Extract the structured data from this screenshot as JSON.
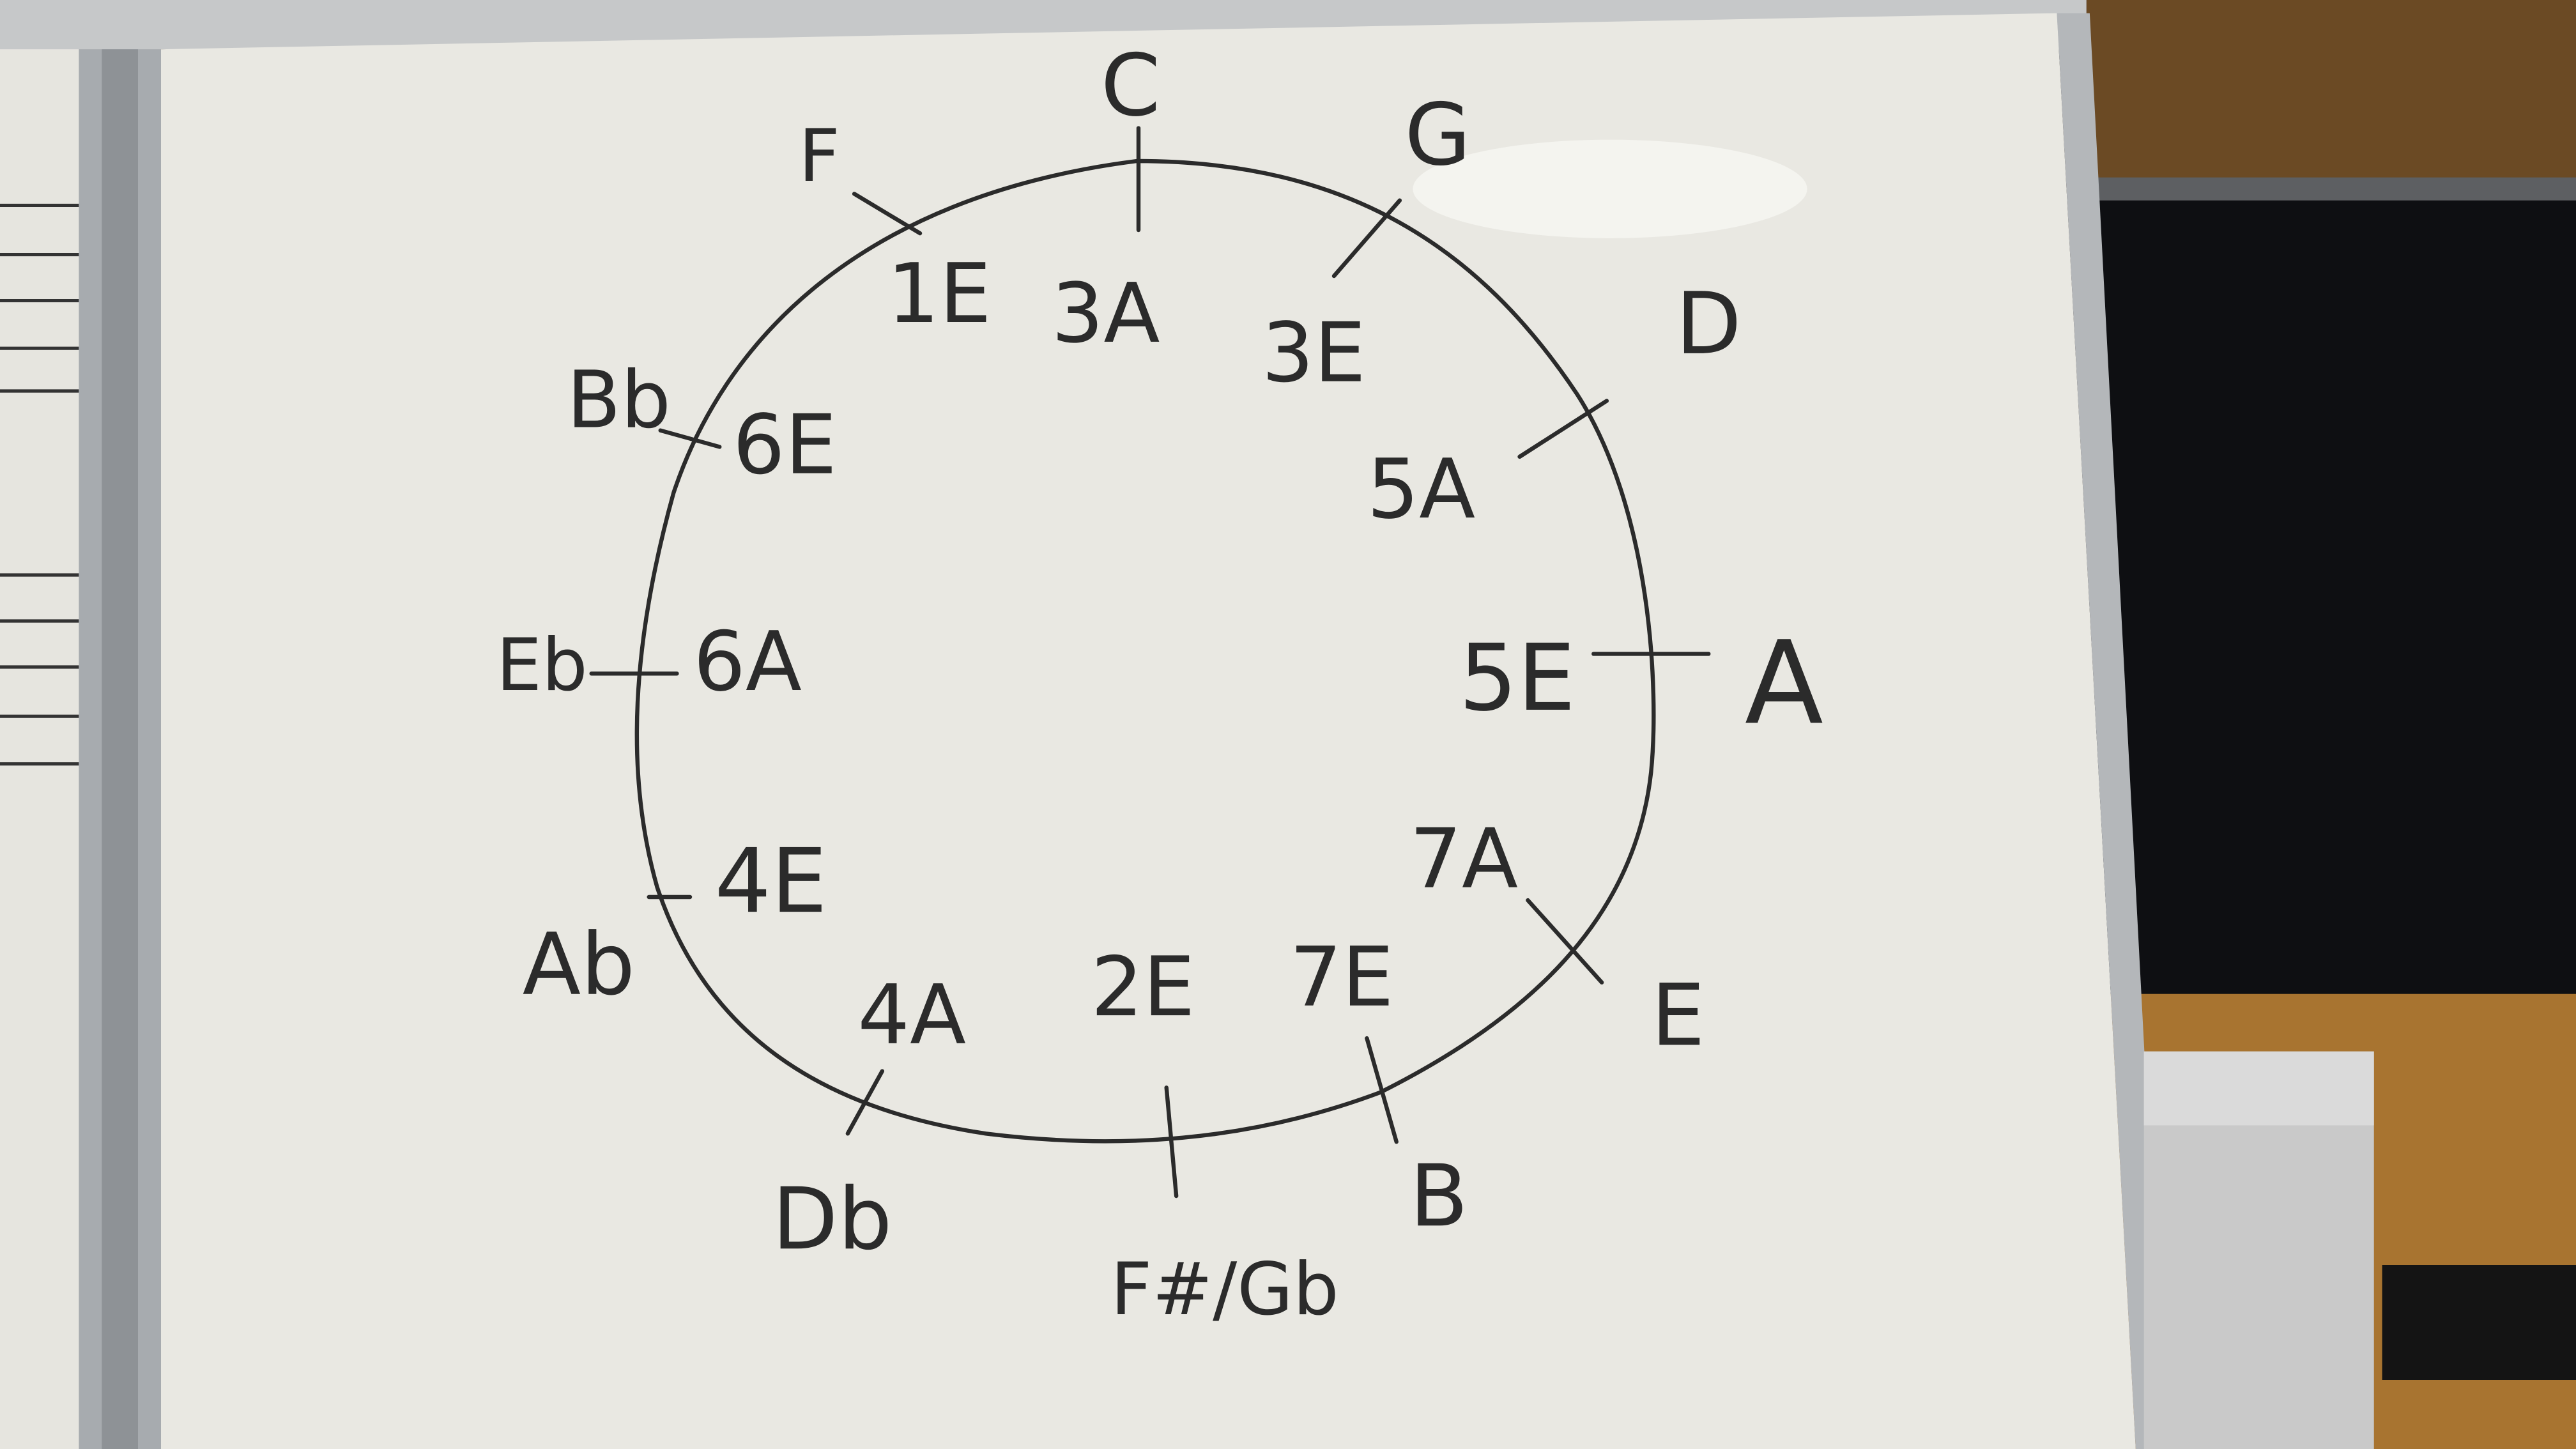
{
  "whiteboard": {
    "stroke_color": "#2b2b2b",
    "board_color": "#e9e8e2",
    "frame_color": "#b9bcbf",
    "background_color": "#2a2520"
  },
  "notes": {
    "outer_keys": [
      {
        "name": "key-C",
        "label": "C"
      },
      {
        "name": "key-G",
        "label": "G"
      },
      {
        "name": "key-D",
        "label": "D"
      },
      {
        "name": "key-A",
        "label": "A"
      },
      {
        "name": "key-E",
        "label": "E"
      },
      {
        "name": "key-B",
        "label": "B"
      },
      {
        "name": "key-Fsharp-Gb",
        "label": "F#/Gb"
      },
      {
        "name": "key-Db",
        "label": "Db"
      },
      {
        "name": "key-Ab",
        "label": "Ab"
      },
      {
        "name": "key-Eb",
        "label": "Eb"
      },
      {
        "name": "key-Bb",
        "label": "Bb"
      },
      {
        "name": "key-F",
        "label": "F"
      }
    ],
    "inner_positions": [
      {
        "name": "pos-3A",
        "label": "3A"
      },
      {
        "name": "pos-3E",
        "label": "3E"
      },
      {
        "name": "pos-5A",
        "label": "5A"
      },
      {
        "name": "pos-5E",
        "label": "5E"
      },
      {
        "name": "pos-7A",
        "label": "7A"
      },
      {
        "name": "pos-7E",
        "label": "7E"
      },
      {
        "name": "pos-2E",
        "label": "2E"
      },
      {
        "name": "pos-4A",
        "label": "4A"
      },
      {
        "name": "pos-4E",
        "label": "4E"
      },
      {
        "name": "pos-6A",
        "label": "6A"
      },
      {
        "name": "pos-6E",
        "label": "6E"
      },
      {
        "name": "pos-1E",
        "label": "1E"
      }
    ]
  }
}
